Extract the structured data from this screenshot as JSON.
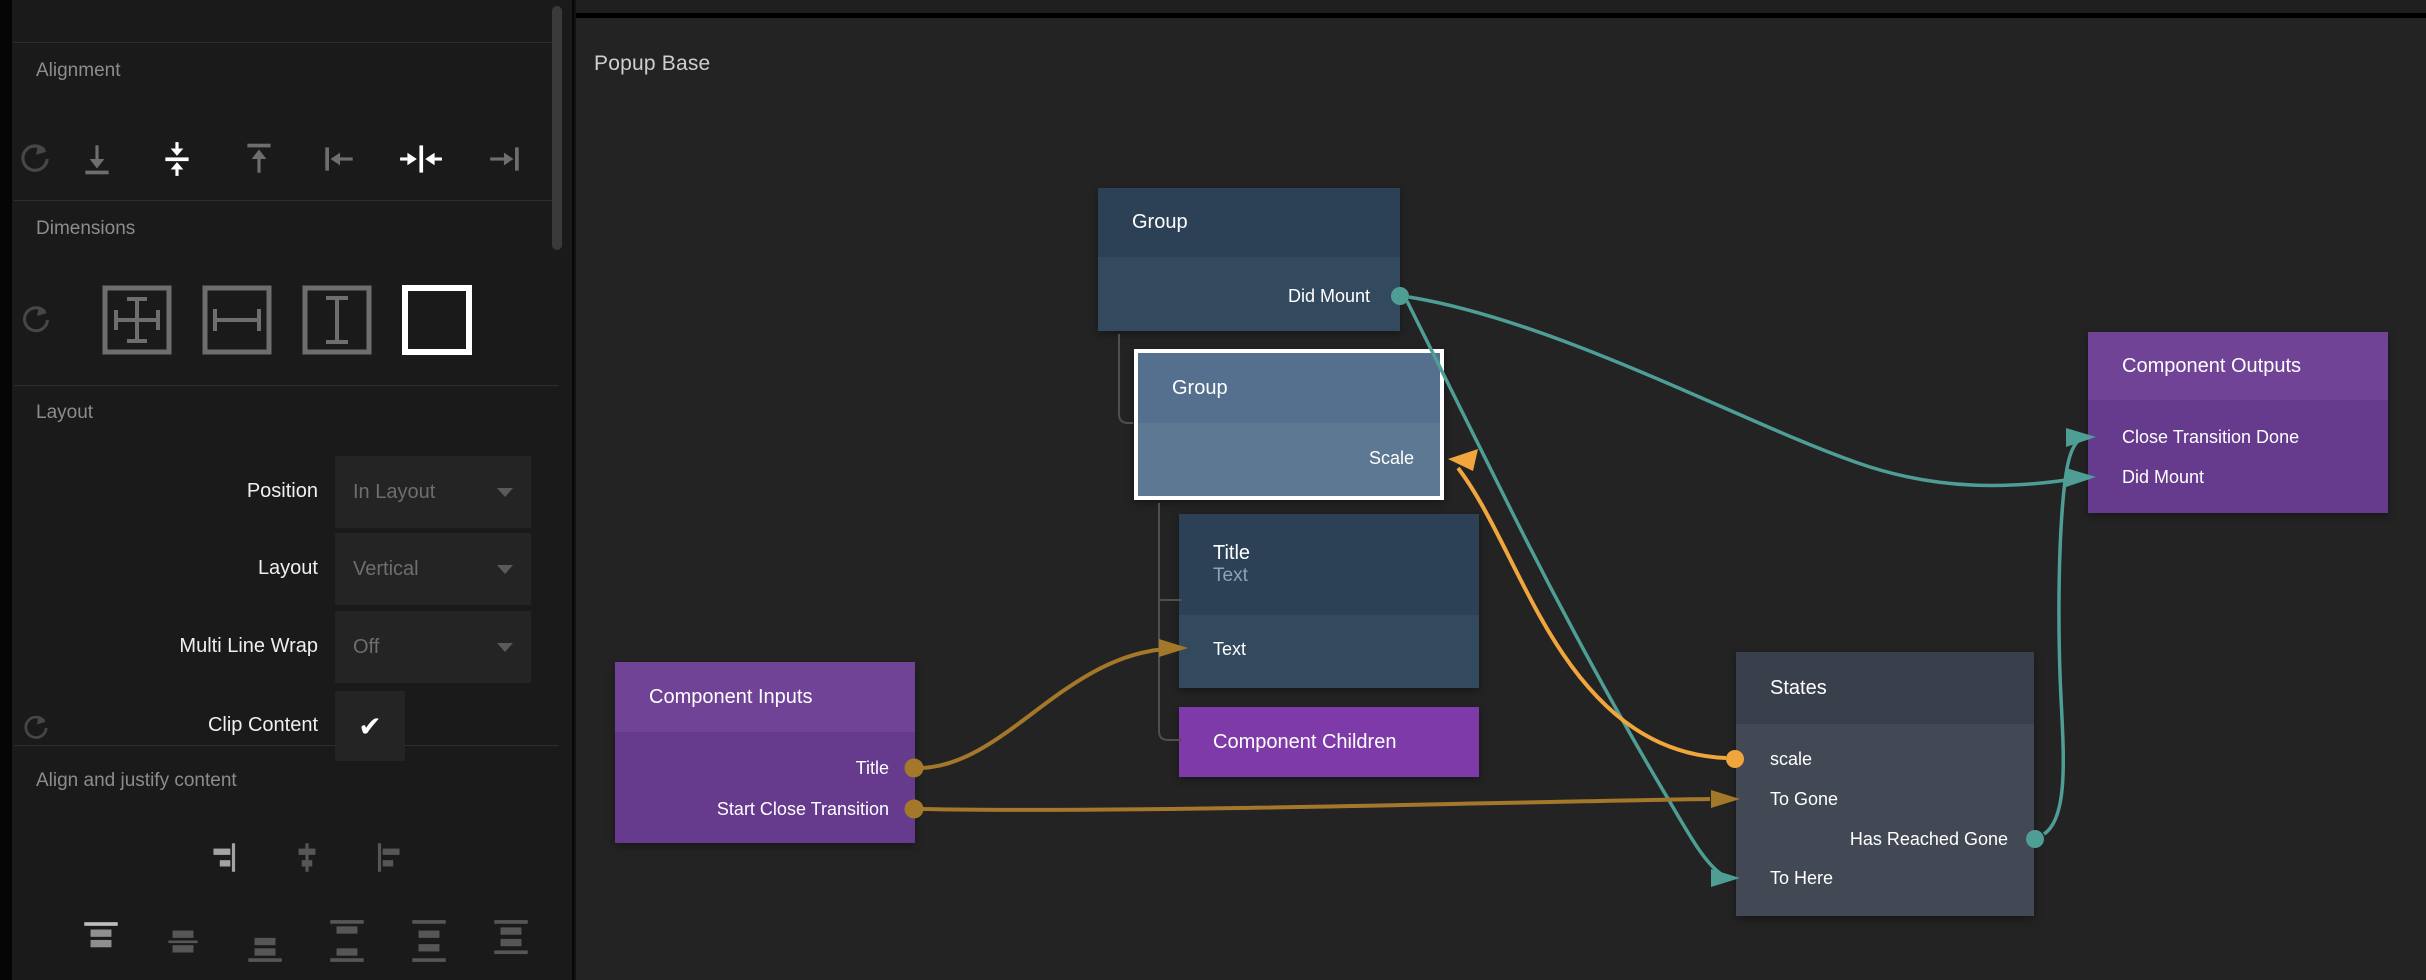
{
  "colors": {
    "teal": "#4f9e96",
    "orange": "#f0a63c",
    "gold": "#a3782a",
    "hierarchy": "#4f4f4f",
    "blue_header": "#2c4156",
    "blue_body": "#33495e",
    "blue_selected_header": "#54708e",
    "blue_selected_body": "#5d7892",
    "slate_header": "#3a404b",
    "slate_body": "#424854",
    "purple_header": "#704396",
    "purple_body": "#663a8d",
    "purple_bright": "#7e3aa9"
  },
  "canvas": {
    "title": "Popup Base"
  },
  "sidebar": {
    "alignment": {
      "label": "Alignment",
      "icons": [
        "reset-icon",
        "align-bottom-icon",
        "align-vertical-center-icon",
        "align-top-icon",
        "align-left-icon",
        "align-horizontal-center-icon",
        "align-right-icon"
      ]
    },
    "dimensions": {
      "label": "Dimensions",
      "icons": [
        "reset-icon",
        "size-both-icon",
        "size-width-icon",
        "size-height-icon",
        "size-content-icon"
      ]
    },
    "layout": {
      "label": "Layout",
      "rows": [
        {
          "label": "Position",
          "value": "In Layout"
        },
        {
          "label": "Layout",
          "value": "Vertical"
        },
        {
          "label": "Multi Line Wrap",
          "value": "Off"
        }
      ],
      "clip": {
        "label": "Clip Content",
        "checked": true,
        "glyph": "✔"
      }
    },
    "align_justify": {
      "label": "Align and justify content",
      "row1_icons": [
        "align-items-end-icon",
        "align-items-center-icon",
        "align-items-start-icon"
      ],
      "row2_icons": [
        "justify-start-icon",
        "justify-center-icon",
        "justify-end-icon",
        "justify-space-between-icon",
        "justify-space-around-icon",
        "justify-space-evenly-icon"
      ]
    }
  },
  "nodes": {
    "group_outer": {
      "title": "Group",
      "ports": [
        {
          "label": "Did Mount"
        }
      ]
    },
    "group_selected": {
      "title": "Group",
      "ports": [
        {
          "label": "Scale"
        }
      ]
    },
    "title_node": {
      "title": "Title",
      "subtitle": "Text",
      "ports": [
        {
          "label": "Text"
        }
      ]
    },
    "component_children": {
      "title": "Component Children"
    },
    "component_inputs": {
      "title": "Component Inputs",
      "ports": [
        {
          "label": "Title"
        },
        {
          "label": "Start Close Transition"
        }
      ]
    },
    "states": {
      "title": "States",
      "ports": [
        {
          "label": "scale"
        },
        {
          "label": "To Gone"
        },
        {
          "label": "Has Reached Gone"
        },
        {
          "label": "To Here"
        }
      ]
    },
    "component_outputs": {
      "title": "Component Outputs",
      "ports": [
        {
          "label": "Close Transition Done"
        },
        {
          "label": "Did Mount"
        }
      ]
    }
  }
}
